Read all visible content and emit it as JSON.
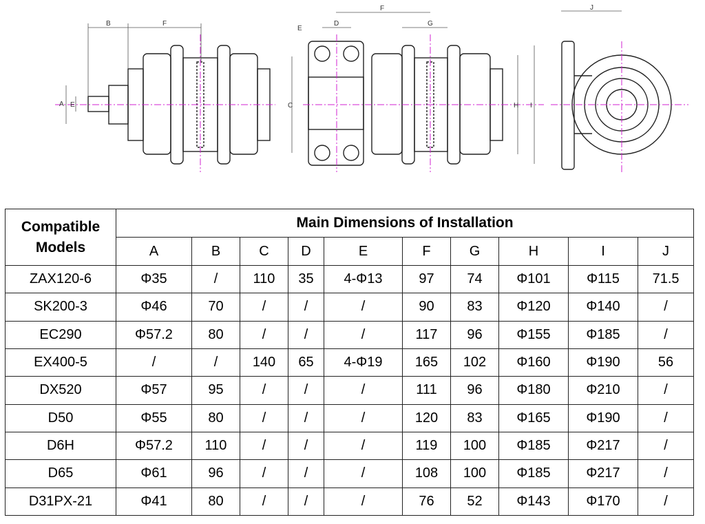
{
  "drawing": {
    "dimension_labels": [
      "B",
      "F",
      "A",
      "E",
      "F",
      "D",
      "G",
      "E",
      "C",
      "H",
      "I",
      "J"
    ]
  },
  "table": {
    "models_header": "Compatible Models",
    "group_header": "Main Dimensions of Installation",
    "columns": [
      "A",
      "B",
      "C",
      "D",
      "E",
      "F",
      "G",
      "H",
      "I",
      "J"
    ],
    "rows": [
      {
        "model": "ZAX120-6",
        "values": [
          "Φ35",
          "/",
          "110",
          "35",
          "4-Φ13",
          "97",
          "74",
          "Φ101",
          "Φ115",
          "71.5"
        ]
      },
      {
        "model": "SK200-3",
        "values": [
          "Φ46",
          "70",
          "/",
          "/",
          "/",
          "90",
          "83",
          "Φ120",
          "Φ140",
          "/"
        ]
      },
      {
        "model": "EC290",
        "values": [
          "Φ57.2",
          "80",
          "/",
          "/",
          "/",
          "117",
          "96",
          "Φ155",
          "Φ185",
          "/"
        ]
      },
      {
        "model": "EX400-5",
        "values": [
          "/",
          "/",
          "140",
          "65",
          "4-Φ19",
          "165",
          "102",
          "Φ160",
          "Φ190",
          "56"
        ]
      },
      {
        "model": "DX520",
        "values": [
          "Φ57",
          "95",
          "/",
          "/",
          "/",
          "111",
          "96",
          "Φ180",
          "Φ210",
          "/"
        ]
      },
      {
        "model": "D50",
        "values": [
          "Φ55",
          "80",
          "/",
          "/",
          "/",
          "120",
          "83",
          "Φ165",
          "Φ190",
          "/"
        ]
      },
      {
        "model": "D6H",
        "values": [
          "Φ57.2",
          "110",
          "/",
          "/",
          "/",
          "119",
          "100",
          "Φ185",
          "Φ217",
          "/"
        ]
      },
      {
        "model": "D65",
        "values": [
          "Φ61",
          "96",
          "/",
          "/",
          "/",
          "108",
          "100",
          "Φ185",
          "Φ217",
          "/"
        ]
      },
      {
        "model": "D31PX-21",
        "values": [
          "Φ41",
          "80",
          "/",
          "/",
          "/",
          "76",
          "52",
          "Φ143",
          "Φ170",
          "/"
        ]
      }
    ]
  }
}
